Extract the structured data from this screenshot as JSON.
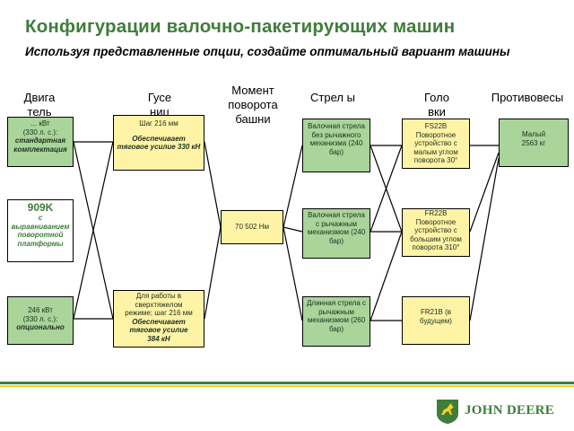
{
  "title": "Конфигурации валочно-пакетирующих машин",
  "subtitle": "Используя представленные опции, создайте оптимальный вариант машины",
  "columns": {
    "engine": "Двига тель",
    "tracks": "Гусе ниц",
    "torque": "Момент поворота башни",
    "booms": "Стрел ы",
    "heads": "Голо вки",
    "counterweights": "Противовесы"
  },
  "engine": {
    "std_l1": "... кВт",
    "std_l2": "(330 л. с.):",
    "std_l3": "стандартная комплектация",
    "model": "909K",
    "model_desc": "с выравниванием поворотной платформы",
    "opt_l1": "246 кВт",
    "opt_l2": "(330 л. с.):",
    "opt_l3": "опционально"
  },
  "tracks": {
    "t1_l1": "Шаг 216 мм",
    "t1_l2": "Обеспечивает тяговое усилие 330 кН",
    "t2_l1": "Для работы в сверхтяжелом режиме; шаг 216 мм",
    "t2_l2": "Обеспечивает тяговое усилие 384 кН"
  },
  "torque": {
    "value": "70 502 Нм"
  },
  "booms": {
    "b1": "Валочная стрела без рычажного механизма (240 бар)",
    "b2": "Валочная стрела с рычажным механизмом (240 бар)",
    "b3": "Длинная стрела с рычажным механизмом (260 бар)"
  },
  "heads": {
    "h1": "FS22B Поворотное устройство с малым углом поворота 30°",
    "h2": "FR22B Поворотное устройство с большим углом поворота 310°",
    "h3": "FR21B (в будущем)"
  },
  "counterweights": {
    "c1_l1": "Малый",
    "c1_l2": "2563 кг"
  },
  "brand": {
    "name": "JOHN DEERE",
    "accent": "#3f7d3a",
    "yellow": "#f6d21b",
    "box_green": "#a9d49a",
    "box_yellow": "#fff3a6"
  }
}
